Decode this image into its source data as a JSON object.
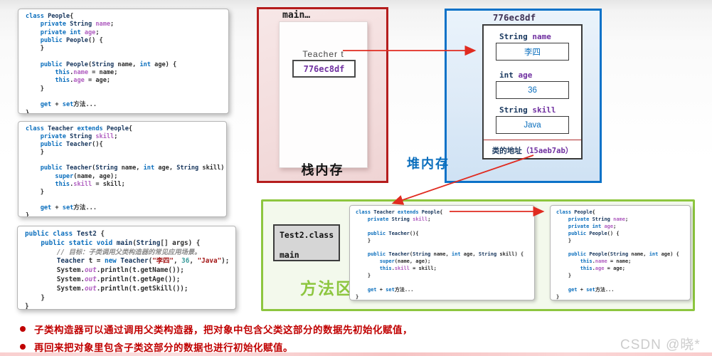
{
  "stack": {
    "frame_label": "main…",
    "var_label": "Teacher  t",
    "ref_value": "776ec8df",
    "region_label": "栈内存"
  },
  "heap": {
    "address": "776ec8df",
    "fields": [
      {
        "type": "String",
        "name": "name",
        "value": "李四"
      },
      {
        "type": "int",
        "name": "age",
        "value": "36"
      },
      {
        "type": "String",
        "name": "skill",
        "value": "Java"
      }
    ],
    "class_address_label": "类的地址",
    "class_address_value": "（15aeb7ab）",
    "region_label": "堆内存"
  },
  "method_area": {
    "class_file": "Test2.class",
    "main_label": "main",
    "region_label": "方法区"
  },
  "notes": [
    "子类构造器可以通过调用父类构造器，把对象中包含父类这部分的数据先初始化赋值，",
    "再回来把对象里包含子类这部分的数据也进行初始化赋值。"
  ],
  "watermark": "CSDN @晓*星",
  "colors": {
    "stack_border": "#b51d1d",
    "heap_border": "#0b72c8",
    "method_border": "#8dc63f",
    "arrow": "#e02b20",
    "note_text": "#c00000",
    "keyword": "#0a6ebd",
    "type": "#17365d",
    "field": "#b05fc0",
    "string": "#a31515",
    "number": "#3a9b9b"
  },
  "code_blocks": {
    "people_left": {
      "lines": [
        [
          [
            "k",
            "class"
          ],
          [
            "p",
            " "
          ],
          [
            "t",
            "People"
          ],
          [
            "p",
            "{"
          ]
        ],
        [
          [
            "p",
            "    "
          ],
          [
            "k",
            "private"
          ],
          [
            "p",
            " "
          ],
          [
            "t",
            "String"
          ],
          [
            "p",
            " "
          ],
          [
            "f",
            "name"
          ],
          [
            "p",
            ";"
          ]
        ],
        [
          [
            "p",
            "    "
          ],
          [
            "k",
            "private"
          ],
          [
            "p",
            " "
          ],
          [
            "k",
            "int"
          ],
          [
            "p",
            " "
          ],
          [
            "f",
            "age"
          ],
          [
            "p",
            ";"
          ]
        ],
        [
          [
            "p",
            "    "
          ],
          [
            "k",
            "public"
          ],
          [
            "p",
            " "
          ],
          [
            "t",
            "People"
          ],
          [
            "p",
            "() {"
          ]
        ],
        [
          [
            "p",
            "    }"
          ]
        ],
        [],
        [
          [
            "p",
            "    "
          ],
          [
            "k",
            "public"
          ],
          [
            "p",
            " "
          ],
          [
            "t",
            "People"
          ],
          [
            "p",
            "("
          ],
          [
            "t",
            "String"
          ],
          [
            "p",
            " name, "
          ],
          [
            "k",
            "int"
          ],
          [
            "p",
            " age) {"
          ]
        ],
        [
          [
            "p",
            "        "
          ],
          [
            "k",
            "this"
          ],
          [
            "p",
            "."
          ],
          [
            "f",
            "name"
          ],
          [
            "p",
            " = name;"
          ]
        ],
        [
          [
            "p",
            "        "
          ],
          [
            "k",
            "this"
          ],
          [
            "p",
            "."
          ],
          [
            "f",
            "age"
          ],
          [
            "p",
            " = age;"
          ]
        ],
        [
          [
            "p",
            "    }"
          ]
        ],
        [],
        [
          [
            "p",
            "    "
          ],
          [
            "k",
            "get"
          ],
          [
            "p",
            " + "
          ],
          [
            "k",
            "set"
          ],
          [
            "p",
            "方法..."
          ]
        ],
        [
          [
            "p",
            "}"
          ]
        ]
      ]
    },
    "teacher_left": {
      "lines": [
        [
          [
            "k",
            "class"
          ],
          [
            "p",
            " "
          ],
          [
            "t",
            "Teacher"
          ],
          [
            "p",
            " "
          ],
          [
            "k",
            "extends"
          ],
          [
            "p",
            " "
          ],
          [
            "t",
            "People"
          ],
          [
            "p",
            "{"
          ]
        ],
        [
          [
            "p",
            "    "
          ],
          [
            "k",
            "private"
          ],
          [
            "p",
            " "
          ],
          [
            "t",
            "String"
          ],
          [
            "p",
            " "
          ],
          [
            "f",
            "skill"
          ],
          [
            "p",
            ";"
          ]
        ],
        [
          [
            "p",
            "    "
          ],
          [
            "k",
            "public"
          ],
          [
            "p",
            " "
          ],
          [
            "t",
            "Teacher"
          ],
          [
            "p",
            "(){"
          ]
        ],
        [
          [
            "p",
            "    }"
          ]
        ],
        [],
        [
          [
            "p",
            "    "
          ],
          [
            "k",
            "public"
          ],
          [
            "p",
            " "
          ],
          [
            "t",
            "Teacher"
          ],
          [
            "p",
            "("
          ],
          [
            "t",
            "String"
          ],
          [
            "p",
            " name, "
          ],
          [
            "k",
            "int"
          ],
          [
            "p",
            " age, "
          ],
          [
            "t",
            "String"
          ],
          [
            "p",
            " skill) {"
          ]
        ],
        [
          [
            "p",
            "        "
          ],
          [
            "k",
            "super"
          ],
          [
            "p",
            "(name, age);"
          ]
        ],
        [
          [
            "p",
            "        "
          ],
          [
            "k",
            "this"
          ],
          [
            "p",
            "."
          ],
          [
            "f",
            "skill"
          ],
          [
            "p",
            " = skill;"
          ]
        ],
        [
          [
            "p",
            "    }"
          ]
        ],
        [],
        [
          [
            "p",
            "    "
          ],
          [
            "k",
            "get"
          ],
          [
            "p",
            " + "
          ],
          [
            "k",
            "set"
          ],
          [
            "p",
            "方法..."
          ]
        ],
        [
          [
            "p",
            "}"
          ]
        ]
      ]
    },
    "test2_left": {
      "lines": [
        [
          [
            "k",
            "public"
          ],
          [
            "p",
            " "
          ],
          [
            "k",
            "class"
          ],
          [
            "p",
            " "
          ],
          [
            "t",
            "Test2"
          ],
          [
            "p",
            " {"
          ]
        ],
        [
          [
            "p",
            "    "
          ],
          [
            "k",
            "public"
          ],
          [
            "p",
            " "
          ],
          [
            "k",
            "static"
          ],
          [
            "p",
            " "
          ],
          [
            "k",
            "void"
          ],
          [
            "p",
            " "
          ],
          [
            "t",
            "main"
          ],
          [
            "p",
            "("
          ],
          [
            "t",
            "String"
          ],
          [
            "p",
            "[] args) {"
          ]
        ],
        [
          [
            "p",
            "        "
          ],
          [
            "c",
            "// 目标：子类调用父类构造器的常见应用场景。"
          ]
        ],
        [
          [
            "p",
            "        "
          ],
          [
            "t",
            "Teacher"
          ],
          [
            "p",
            " t = "
          ],
          [
            "k",
            "new"
          ],
          [
            "p",
            " "
          ],
          [
            "t",
            "Teacher"
          ],
          [
            "p",
            "("
          ],
          [
            "s",
            "\"李四\""
          ],
          [
            "p",
            ", "
          ],
          [
            "n",
            "36"
          ],
          [
            "p",
            ", "
          ],
          [
            "s",
            "\"Java\""
          ],
          [
            "p",
            ");"
          ]
        ],
        [
          [
            "p",
            "        System."
          ],
          [
            "o",
            "out"
          ],
          [
            "p",
            ".println(t.getName());"
          ]
        ],
        [
          [
            "p",
            "        System."
          ],
          [
            "o",
            "out"
          ],
          [
            "p",
            ".println(t.getAge());"
          ]
        ],
        [
          [
            "p",
            "        System."
          ],
          [
            "o",
            "out"
          ],
          [
            "p",
            ".println(t.getSkill());"
          ]
        ],
        [
          [
            "p",
            "    }"
          ]
        ],
        [
          [
            "p",
            "}"
          ]
        ]
      ]
    },
    "teacher_method": {
      "lines": [
        [
          [
            "k",
            "class"
          ],
          [
            "p",
            " "
          ],
          [
            "t",
            "Teacher"
          ],
          [
            "p",
            " "
          ],
          [
            "k",
            "extends"
          ],
          [
            "p",
            " "
          ],
          [
            "t",
            "People"
          ],
          [
            "p",
            "{"
          ]
        ],
        [
          [
            "p",
            "    "
          ],
          [
            "k",
            "private"
          ],
          [
            "p",
            " "
          ],
          [
            "t",
            "String"
          ],
          [
            "p",
            " "
          ],
          [
            "f",
            "skill"
          ],
          [
            "p",
            ";"
          ]
        ],
        [],
        [
          [
            "p",
            "    "
          ],
          [
            "k",
            "public"
          ],
          [
            "p",
            " "
          ],
          [
            "t",
            "Teacher"
          ],
          [
            "p",
            "(){"
          ]
        ],
        [
          [
            "p",
            "    }"
          ]
        ],
        [],
        [
          [
            "p",
            "    "
          ],
          [
            "k",
            "public"
          ],
          [
            "p",
            " "
          ],
          [
            "t",
            "Teacher"
          ],
          [
            "p",
            "("
          ],
          [
            "t",
            "String"
          ],
          [
            "p",
            " name, "
          ],
          [
            "k",
            "int"
          ],
          [
            "p",
            " age, "
          ],
          [
            "t",
            "String"
          ],
          [
            "p",
            " skill) {"
          ]
        ],
        [
          [
            "p",
            "        "
          ],
          [
            "k",
            "super"
          ],
          [
            "p",
            "(name, age);"
          ]
        ],
        [
          [
            "p",
            "        "
          ],
          [
            "k",
            "this"
          ],
          [
            "p",
            "."
          ],
          [
            "f",
            "skill"
          ],
          [
            "p",
            " = skill;"
          ]
        ],
        [
          [
            "p",
            "    }"
          ]
        ],
        [],
        [
          [
            "p",
            "    "
          ],
          [
            "k",
            "get"
          ],
          [
            "p",
            " + "
          ],
          [
            "k",
            "set"
          ],
          [
            "p",
            "方法..."
          ]
        ],
        [
          [
            "p",
            "}"
          ]
        ]
      ]
    },
    "people_method": {
      "lines": [
        [
          [
            "k",
            "class"
          ],
          [
            "p",
            " "
          ],
          [
            "t",
            "People"
          ],
          [
            "p",
            "{"
          ]
        ],
        [
          [
            "p",
            "    "
          ],
          [
            "k",
            "private"
          ],
          [
            "p",
            " "
          ],
          [
            "t",
            "String"
          ],
          [
            "p",
            " "
          ],
          [
            "f",
            "name"
          ],
          [
            "p",
            ";"
          ]
        ],
        [
          [
            "p",
            "    "
          ],
          [
            "k",
            "private"
          ],
          [
            "p",
            " "
          ],
          [
            "k",
            "int"
          ],
          [
            "p",
            " "
          ],
          [
            "f",
            "age"
          ],
          [
            "p",
            ";"
          ]
        ],
        [
          [
            "p",
            "    "
          ],
          [
            "k",
            "public"
          ],
          [
            "p",
            " "
          ],
          [
            "t",
            "People"
          ],
          [
            "p",
            "() {"
          ]
        ],
        [
          [
            "p",
            "    }"
          ]
        ],
        [],
        [
          [
            "p",
            "    "
          ],
          [
            "k",
            "public"
          ],
          [
            "p",
            " "
          ],
          [
            "t",
            "People"
          ],
          [
            "p",
            "("
          ],
          [
            "t",
            "String"
          ],
          [
            "p",
            " name, "
          ],
          [
            "k",
            "int"
          ],
          [
            "p",
            " age) {"
          ]
        ],
        [
          [
            "p",
            "        "
          ],
          [
            "k",
            "this"
          ],
          [
            "p",
            "."
          ],
          [
            "f",
            "name"
          ],
          [
            "p",
            " = name;"
          ]
        ],
        [
          [
            "p",
            "        "
          ],
          [
            "k",
            "this"
          ],
          [
            "p",
            "."
          ],
          [
            "f",
            "age"
          ],
          [
            "p",
            " = age;"
          ]
        ],
        [
          [
            "p",
            "    }"
          ]
        ],
        [],
        [
          [
            "p",
            "    "
          ],
          [
            "k",
            "get"
          ],
          [
            "p",
            " + "
          ],
          [
            "k",
            "set"
          ],
          [
            "p",
            "方法..."
          ]
        ],
        [
          [
            "p",
            "}"
          ]
        ]
      ]
    }
  }
}
